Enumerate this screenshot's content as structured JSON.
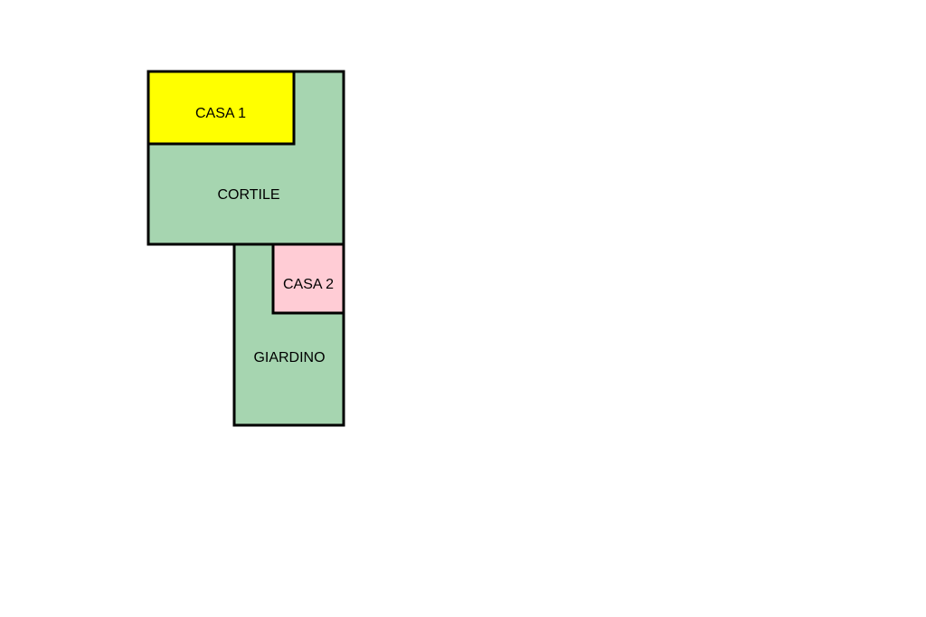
{
  "areas": {
    "casa1": {
      "label": "CASA 1",
      "color": "#ffff00"
    },
    "cortile": {
      "label": "CORTILE",
      "color": "#a6d5b0"
    },
    "casa2": {
      "label": "CASA 2",
      "color": "#ffccd5"
    },
    "giardino": {
      "label": "GIARDINO",
      "color": "#a6d5b0"
    }
  },
  "outline_color": "#000000"
}
